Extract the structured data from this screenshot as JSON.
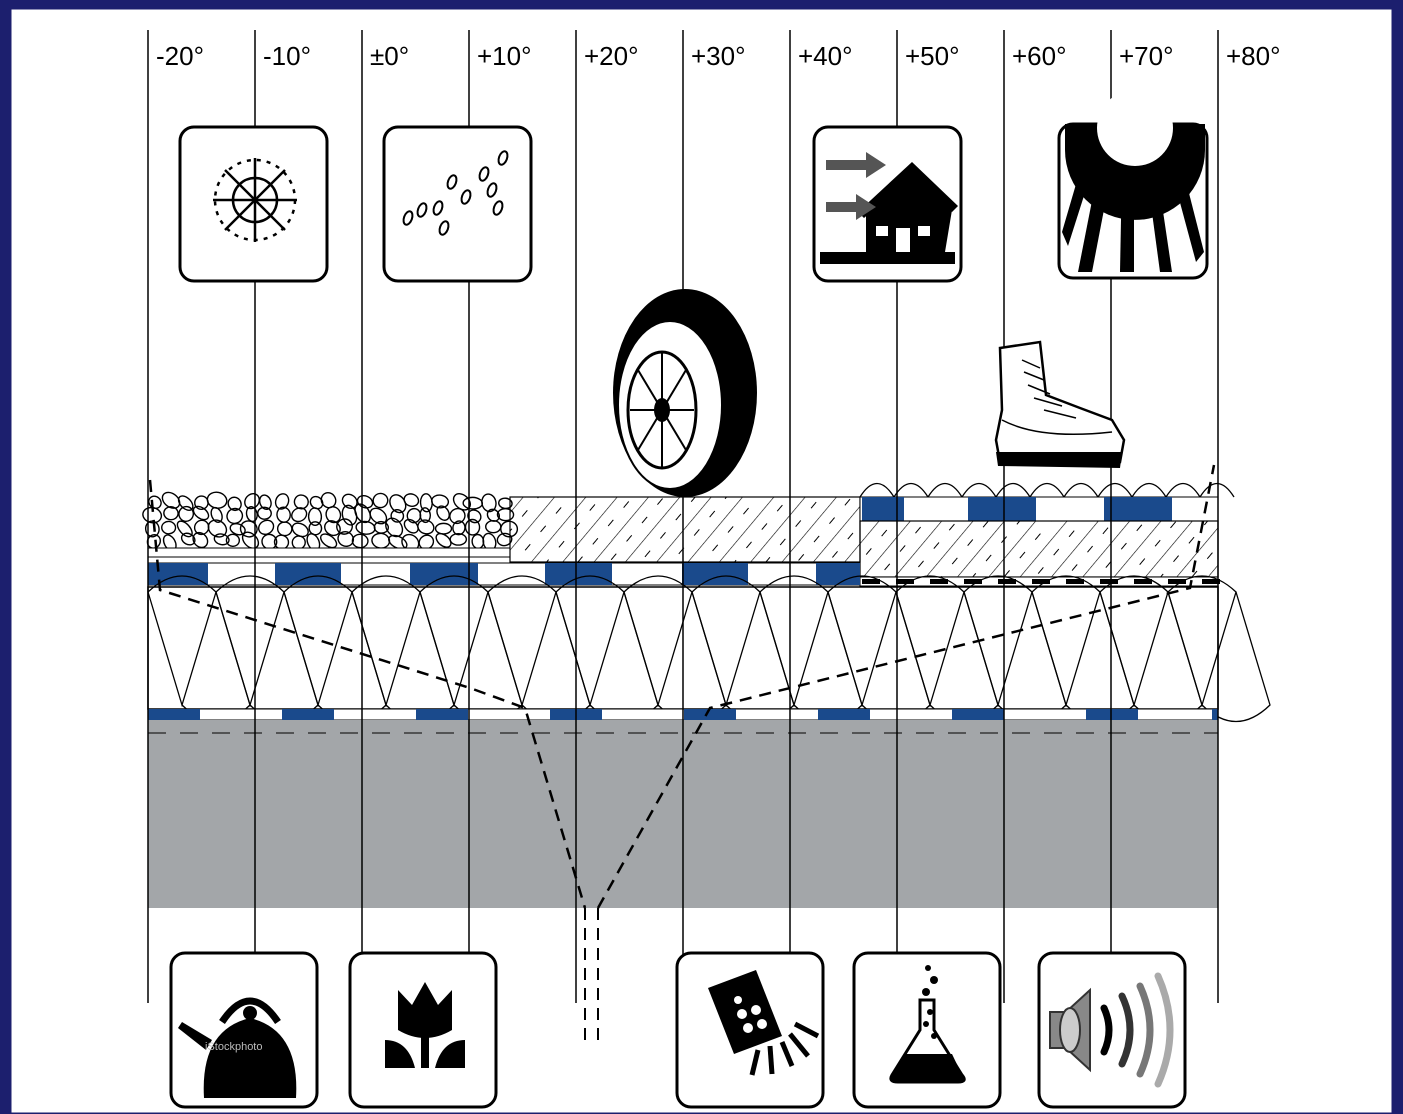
{
  "diagram": {
    "temperature_labels": [
      "-20°",
      "-10°",
      "±0°",
      "+10°",
      "+20°",
      "+30°",
      "+40°",
      "+50°",
      "+60°",
      "+70°",
      "+80°"
    ],
    "top_icons": [
      "snowflake-icon",
      "raindrops-icon",
      "wind-house-icon",
      "sun-icon"
    ],
    "middle_icons": [
      "tire-icon",
      "boot-icon"
    ],
    "bottom_icons": [
      "kettle-icon",
      "tulip-plant-icon",
      "shower-head-icon",
      "chemical-flask-icon",
      "speaker-sound-icon"
    ],
    "watermark": "iStockphoto"
  },
  "colors": {
    "frame": "#1c1f6e",
    "background": "#ffffff",
    "accent_blue": "#1a4a8c",
    "concrete": "#a3a6a9",
    "ink": "#000000"
  }
}
